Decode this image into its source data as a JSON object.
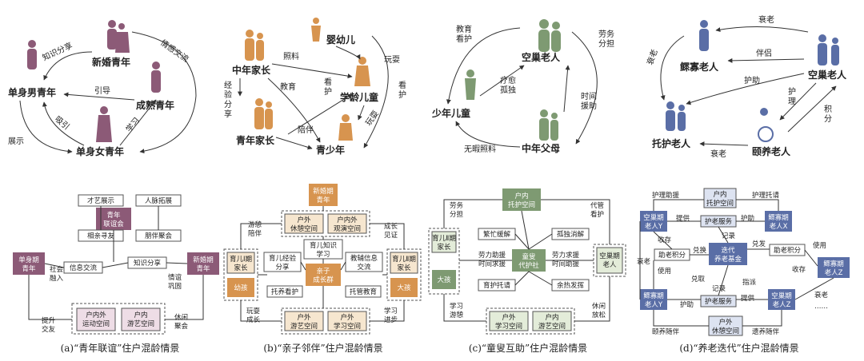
{
  "colors": {
    "purple": "#8c5a77",
    "purple_light": "#eedde6",
    "orange": "#d7944f",
    "orange_light": "#f6e6cf",
    "green": "#7e9a72",
    "green_light": "#e3ecd9",
    "blue": "#5a6ea6",
    "blue_light": "#dde3f1"
  },
  "p1": {
    "nodes": {
      "single_male": "单身男青年",
      "newlywed": "新婚青年",
      "mature": "成熟青年",
      "single_female": "单身女青年"
    },
    "edges": {
      "knowledge": "知识分享",
      "emotion": "情感交流",
      "guide": "引导",
      "attract": "吸引",
      "show": "展示",
      "learn": "学习"
    }
  },
  "p2": {
    "nodes": {
      "middle_parent": "中年家长",
      "infant": "婴幼儿",
      "school_child": "学龄儿童",
      "youth_parent": "青年家长",
      "teen": "青少年"
    },
    "edges": {
      "care": "照料",
      "play1": "玩耍",
      "exp": [
        "经",
        "验",
        "分",
        "享"
      ],
      "edu": "教育",
      "watch": [
        "看",
        "护"
      ],
      "watch2": [
        "看",
        "护"
      ],
      "company": "陪伴",
      "play2": "玩耍"
    }
  },
  "p3": {
    "nodes": {
      "empty_nest": "空巢老人",
      "child": "少年儿童",
      "parent": "中年父母"
    },
    "edges": {
      "edu": [
        "教育",
        "看护"
      ],
      "labor": [
        "劳务",
        "分担"
      ],
      "heal": [
        "疗愈",
        "孤独"
      ],
      "time": [
        "时间",
        "援助"
      ],
      "busy": "无暇照料"
    }
  },
  "p4": {
    "nodes": {
      "widow": "鳏寡老人",
      "empty": "空巢老人",
      "care": "托护老人",
      "rest": "颐养老人"
    },
    "edges": {
      "aging1": "衰老",
      "aging2": "衰老",
      "company": "伴侣",
      "help": "护助",
      "nursing": [
        "护",
        "理"
      ],
      "points": [
        "积",
        "分"
      ],
      "aging3": "衰老"
    }
  },
  "d1": {
    "center": [
      "青年",
      "联谊会"
    ],
    "left": [
      "单身期",
      "青年"
    ],
    "right": [
      "新婚期",
      "青年"
    ],
    "talent": "才艺展示",
    "network": "人脉拓展",
    "blind": "相亲寻友",
    "friends": "朋伴聚会",
    "info": "信息交流",
    "knowledge": "知识分享",
    "social": [
      "社会",
      "融入"
    ],
    "emotion": [
      "情谊",
      "巩固"
    ],
    "improve": [
      "提升",
      "交友"
    ],
    "leisure": [
      "休闲",
      "聚会"
    ],
    "outdoor_sport": [
      "户内外",
      "运动空间"
    ],
    "indoor_garden": [
      "户内",
      "游艺空间"
    ],
    "caption": "(a)“青年联谊”住户混龄情景"
  },
  "d2": {
    "top": [
      "新婚期",
      "青年"
    ],
    "rest": [
      "户外",
      "休憩空间"
    ],
    "watch": [
      "户内外",
      "观演空间"
    ],
    "knowledge": [
      "育儿知识",
      "学习"
    ],
    "exp": [
      "育儿经验",
      "分享"
    ],
    "info": [
      "教辅信息",
      "交流"
    ],
    "center": [
      "亲子",
      "成长群"
    ],
    "care": "托养看护",
    "edu": "托管教育",
    "l1": [
      "育儿Ⅰ期",
      "家长"
    ],
    "l2": "幼孩",
    "r1": [
      "育儿Ⅱ期",
      "家长"
    ],
    "r2": "大孩",
    "accompany": [
      "游憩",
      "陪伴"
    ],
    "witness": [
      "成长",
      "见证"
    ],
    "play": [
      "玩耍",
      "成长"
    ],
    "study": [
      "学习",
      "进步"
    ],
    "b1": [
      "户外",
      "游艺空间"
    ],
    "b2": [
      "户外",
      "学习空间"
    ],
    "caption": "(b)“亲子邻伴”住户混龄情景"
  },
  "d3": {
    "top": [
      "户内",
      "托护空间"
    ],
    "labor": [
      "劳务",
      "分担"
    ],
    "care": [
      "代管",
      "看护"
    ],
    "l1": [
      "育儿Ⅱ期",
      "家长"
    ],
    "l2": "大孩",
    "relieve": "繁忙缓解",
    "lonely": "孤独消解",
    "center": [
      "童叟",
      "代护社"
    ],
    "help1": [
      "劳力助援",
      "时间求援"
    ],
    "help2": [
      "劳力求援",
      "时间助援"
    ],
    "nursery": "育护托请",
    "heat": "余热发挥",
    "r": [
      "空巢期",
      "老人"
    ],
    "study": [
      "学习",
      "游憩"
    ],
    "relax": [
      "休闲",
      "放松"
    ],
    "b1": [
      "户外",
      "学习空间"
    ],
    "b2": [
      "户内",
      "游艺空间"
    ],
    "caption": "(c)“童叟互助”住户混龄情景"
  },
  "d4": {
    "top": [
      "户内",
      "托护空间"
    ],
    "help_in": "护理助援",
    "help_req": "护理托请",
    "ey": [
      "空巢期",
      "老人Y"
    ],
    "wx": [
      "鳏寡期",
      "老人X"
    ],
    "provide": "提供",
    "service": "护老服务",
    "help": "护助",
    "record": "记录",
    "receive": "收存",
    "points": "助老积分",
    "exchange": "兑换",
    "fund": [
      "迭代",
      "养老基金"
    ],
    "issue": "兑发",
    "points2": "助老积分",
    "use": "使用",
    "wz": [
      "鳏寡期",
      "老人Z"
    ],
    "aging": "衰老",
    "use2": "使用",
    "redeem": "兑取",
    "dispatch": "指派",
    "receive2": "收存",
    "record2": "记录",
    "wy": [
      "鳏寡期",
      "老人Y"
    ],
    "service2": "护老服务",
    "ez": [
      "空巢期",
      "老人Z"
    ],
    "help2": "护助",
    "aging2": "衰老",
    "dots": "……",
    "with": "颐养随伴",
    "rest": [
      "户外",
      "休憩空间"
    ],
    "follow": "遗养随伴",
    "caption": "(d)“养老迭代”住户混龄情景"
  }
}
